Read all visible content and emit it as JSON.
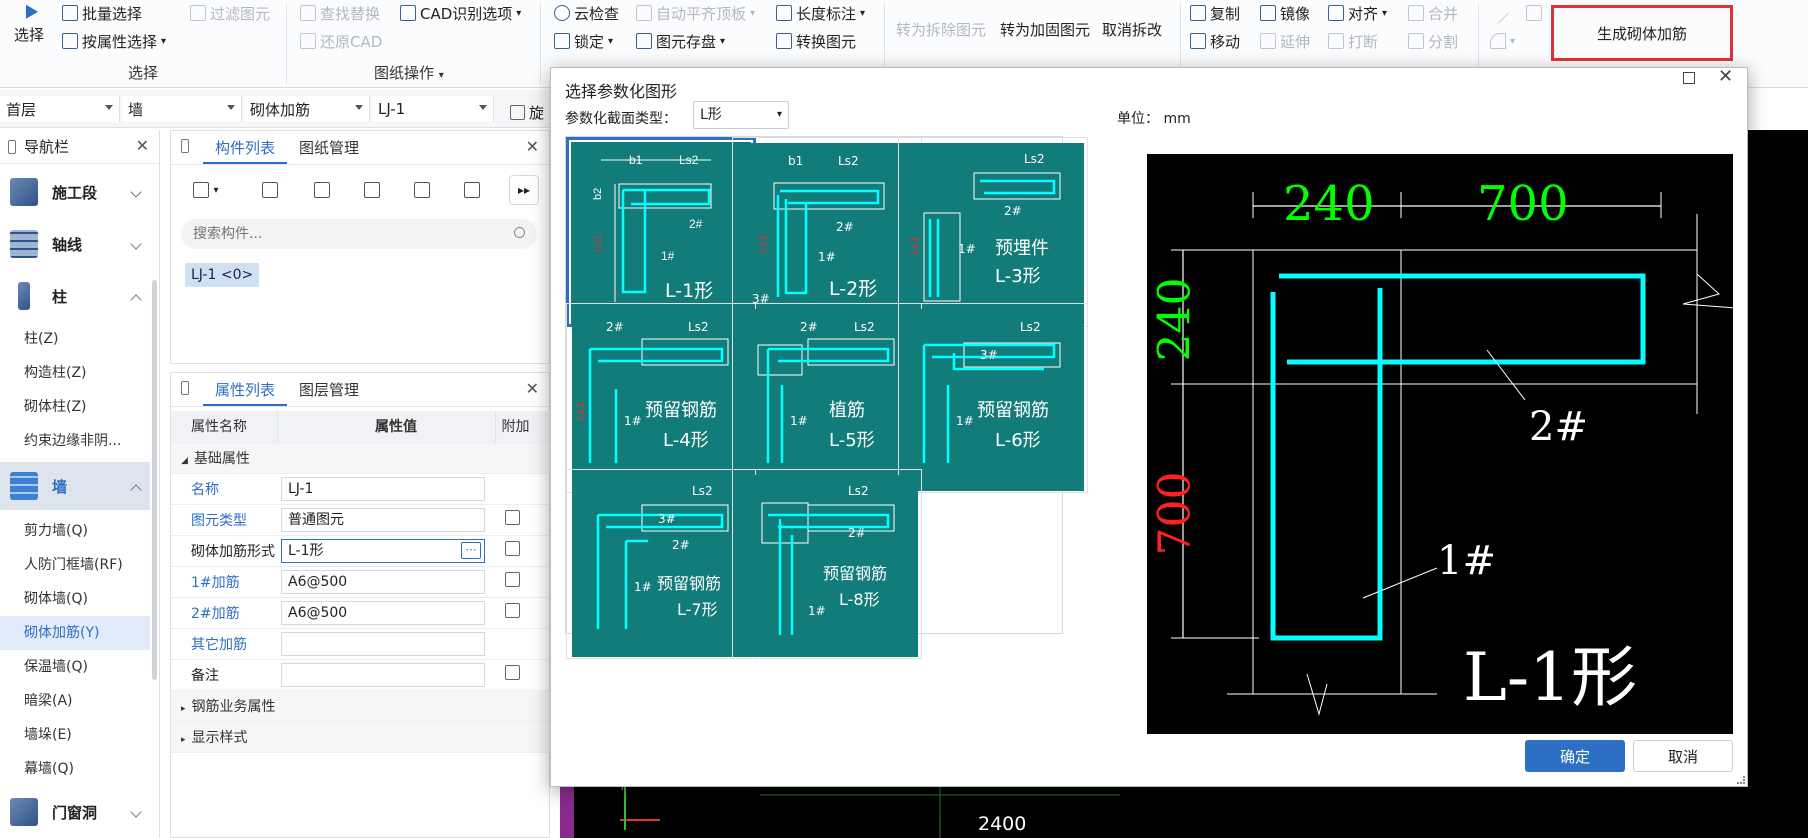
{
  "ribbon": {
    "select_big": "选择",
    "batch_select": "批量选择",
    "filter_element": "过滤图元",
    "select_by_attr": "按属性选择",
    "group_select": "选择",
    "find_replace": "查找替换",
    "cad_identify": "CAD识别选项",
    "restore_cad": "还原CAD",
    "group_drawing": "图纸操作",
    "cloud_check": "云检查",
    "auto_align": "自动平齐顶板",
    "length_mark": "长度标注",
    "lock": "锁定",
    "element_store": "图元存盘",
    "convert_element": "转换图元",
    "to_demolish": "转为拆除图元",
    "to_reinforce": "转为加固图元",
    "cancel_modify": "取消拆改",
    "copy": "复制",
    "mirror": "镜像",
    "align": "对齐",
    "merge": "合并",
    "move": "移动",
    "extend": "延伸",
    "break": "打断",
    "split": "分割",
    "generate_masonry": "生成砌体加筋"
  },
  "propbar": {
    "floor": "首层",
    "type": "墙",
    "sub": "砌体加筋",
    "name": "LJ-1",
    "rotate": "旋"
  },
  "nav": {
    "title": "导航栏",
    "categories": [
      {
        "label": "施工段"
      },
      {
        "label": "轴线"
      },
      {
        "label": "柱"
      }
    ],
    "column_items": [
      "柱(Z)",
      "构造柱(Z)",
      "砌体柱(Z)",
      "约束边缘非阴..."
    ],
    "wall_label": "墙",
    "wall_items": [
      "剪力墙(Q)",
      "人防门框墙(RF)",
      "砌体墙(Q)",
      "砌体加筋(Y)",
      "保温墙(Q)",
      "暗梁(A)",
      "墙垛(E)",
      "幕墙(Q)"
    ],
    "door_label": "门窗洞"
  },
  "comp_panel": {
    "tab1": "构件列表",
    "tab2": "图纸管理",
    "search_placeholder": "搜索构件...",
    "item": "LJ-1 <0>"
  },
  "prop_panel": {
    "tab1": "属性列表",
    "tab2": "图层管理",
    "col_name": "属性名称",
    "col_value": "属性值",
    "col_extra": "附加",
    "section_basic": "基础属性",
    "rows": [
      {
        "name": "名称",
        "value": "LJ-1"
      },
      {
        "name": "图元类型",
        "value": "普通图元"
      },
      {
        "name": "砌体加筋形式",
        "value": "L-1形"
      },
      {
        "name": "1#加筋",
        "value": "A6@500"
      },
      {
        "name": "2#加筋",
        "value": "A6@500"
      },
      {
        "name": "其它加筋",
        "value": ""
      },
      {
        "name": "备注",
        "value": ""
      }
    ],
    "section_rebar": "钢筋业务属性",
    "section_display": "显示样式"
  },
  "dialog": {
    "title": "选择参数化图形",
    "section_type_label": "参数化截面类型：",
    "section_type_value": "L形",
    "unit_label": "单位：",
    "unit_value": "mm",
    "thumbs": [
      {
        "label": "L-1形"
      },
      {
        "label": "L-2形"
      },
      {
        "label1": "预埋件",
        "label2": "L-3形"
      },
      {
        "label1": "预留钢筋",
        "label2": "L-4形"
      },
      {
        "label1": "植筋",
        "label2": "L-5形"
      },
      {
        "label1": "预留钢筋",
        "label2": "L-6形"
      },
      {
        "label1": "预留钢筋",
        "label2": "L-7形"
      },
      {
        "label1": "预留钢筋",
        "label2": "L-8形"
      }
    ],
    "preview": {
      "dim_top_left": "240",
      "dim_top_right": "700",
      "dim_left_top": "240",
      "dim_left_bottom": "700",
      "bar2": "2#",
      "bar1": "1#",
      "shape_name": "L-1形"
    },
    "ok": "确定",
    "cancel": "取消"
  },
  "canvas": {
    "dim_value": "2400"
  },
  "colors": {
    "accent": "#2c6fc4",
    "thumb_bg": "#117c7a",
    "cyan": "#00ffff",
    "green_dim": "#00ff00",
    "red_dim": "#ff0000",
    "highlight_border": "#e0323a"
  }
}
